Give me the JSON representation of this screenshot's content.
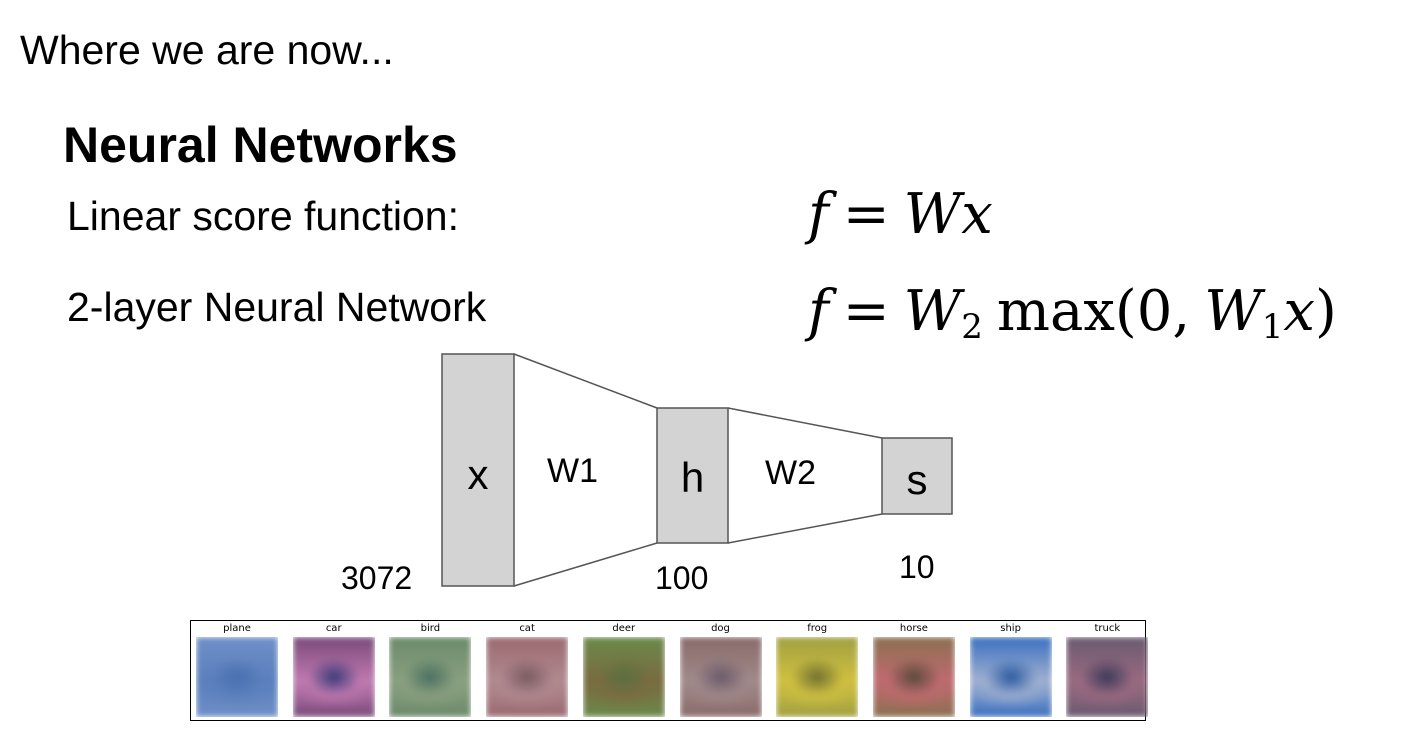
{
  "heading": "Where we are now...",
  "title": "Neural Networks",
  "rows": {
    "linear_label": "Linear score function:",
    "two_layer_label": "2-layer Neural Network"
  },
  "formula_linear": {
    "lhs": "f",
    "eq": "=",
    "w": "W",
    "x": "x"
  },
  "formula_two_layer": {
    "lhs": "f",
    "eq": "=",
    "w2": "W",
    "w2_sub": "2",
    "max": "max(0,",
    "w1": "W",
    "w1_sub": "1",
    "x": "x",
    "close": ")"
  },
  "network": {
    "x_label": "x",
    "h_label": "h",
    "s_label": "s",
    "w1_label": "W1",
    "w2_label": "W2",
    "x_dim": "3072",
    "h_dim": "100",
    "s_dim": "10",
    "box_fill": "#d3d3d3",
    "line_color": "#555555"
  },
  "class_templates": [
    {
      "name": "plane",
      "colors": [
        "#6f8fc8",
        "#4a6fb0",
        "#5a7fbc"
      ]
    },
    {
      "name": "car",
      "colors": [
        "#7a4a7a",
        "#3a3a7a",
        "#c07ab0"
      ]
    },
    {
      "name": "bird",
      "colors": [
        "#6a8a6a",
        "#4a7060",
        "#8aa080"
      ]
    },
    {
      "name": "cat",
      "colors": [
        "#9a6a70",
        "#7a5a60",
        "#b08a90"
      ]
    },
    {
      "name": "deer",
      "colors": [
        "#6a8a4a",
        "#5a7040",
        "#7a6a40"
      ]
    },
    {
      "name": "dog",
      "colors": [
        "#8a6a6a",
        "#6a5a6a",
        "#a08a8a"
      ]
    },
    {
      "name": "frog",
      "colors": [
        "#a0a040",
        "#707030",
        "#d0c040"
      ]
    },
    {
      "name": "horse",
      "colors": [
        "#8a7050",
        "#5a4a3a",
        "#c06a70"
      ]
    },
    {
      "name": "ship",
      "colors": [
        "#3a70c0",
        "#2a5aa0",
        "#a0b0d0"
      ]
    },
    {
      "name": "truck",
      "colors": [
        "#6a5a70",
        "#3a3a5a",
        "#9a6a80"
      ]
    }
  ]
}
